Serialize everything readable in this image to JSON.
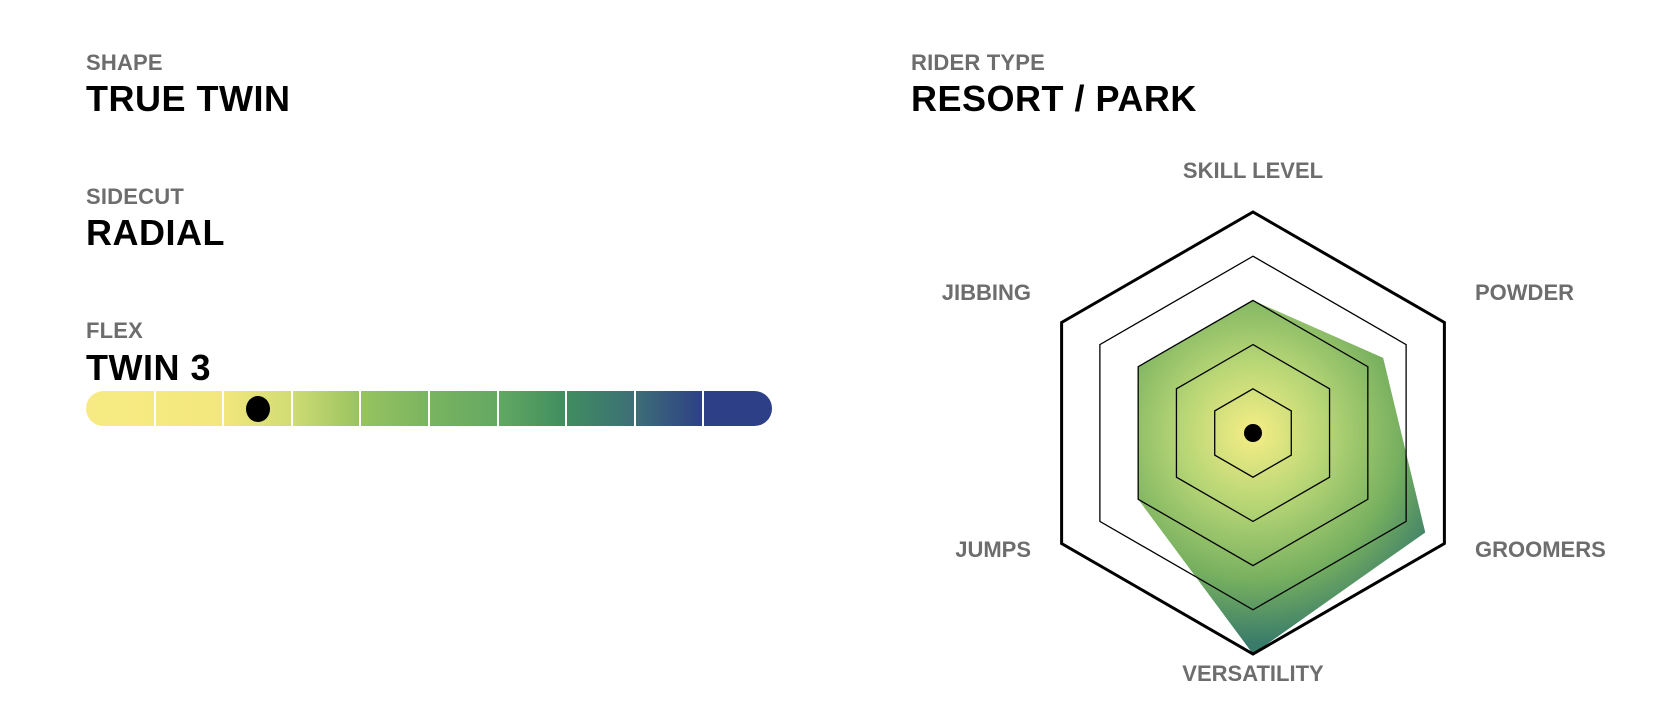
{
  "shape": {
    "label": "SHAPE",
    "value": "TRUE TWIN"
  },
  "sidecut": {
    "label": "SIDECUT",
    "value": "RADIAL"
  },
  "flex": {
    "label": "FLEX",
    "value": "TWIN 3",
    "scale_segments": 10,
    "rating": 3
  },
  "rider_type": {
    "label": "RIDER TYPE",
    "value": "RESORT / PARK"
  },
  "colors": {
    "label_gray": "#6d6d6d",
    "flex_gradient": [
      "#f7ea84",
      "#f5ea80",
      "#f2e77c",
      "#cfdc74",
      "#97c35f",
      "#7ab460",
      "#63a862",
      "#3f8d5f",
      "#3d6e77",
      "#2d3f86"
    ],
    "radar_center": "#f6ee86",
    "radar_edge": "#58a55a",
    "radar_accent": "#3a7c6a"
  },
  "chart_data": {
    "type": "radar",
    "axes": [
      "SKILL LEVEL",
      "POWDER",
      "GROOMERS",
      "VERSATILITY",
      "JUMPS",
      "JIBBING"
    ],
    "max": 5,
    "rings": 5,
    "values": [
      3,
      3.4,
      4.5,
      5,
      3,
      3
    ]
  }
}
